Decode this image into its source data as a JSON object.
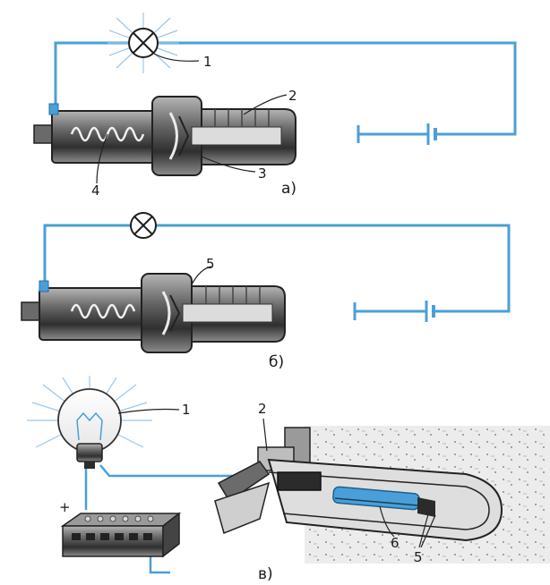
{
  "figure": {
    "labels": {
      "a_lamp": "1",
      "a_body": "2",
      "a_membrane": "3",
      "a_spring": "4",
      "b_contact": "5",
      "c_lamp": "1",
      "c_body": "2",
      "c_tube": "6",
      "c_contact": "5"
    },
    "captions": {
      "a": "а)",
      "b": "б)",
      "c": "в)"
    },
    "battery_plus": "+",
    "colors": {
      "wire": "#4a9fd8",
      "metal_dark": "#2b2b2b",
      "metal_mid": "#777777",
      "metal_light": "#c8c8c8",
      "liquid": "#e7e7e7"
    }
  }
}
